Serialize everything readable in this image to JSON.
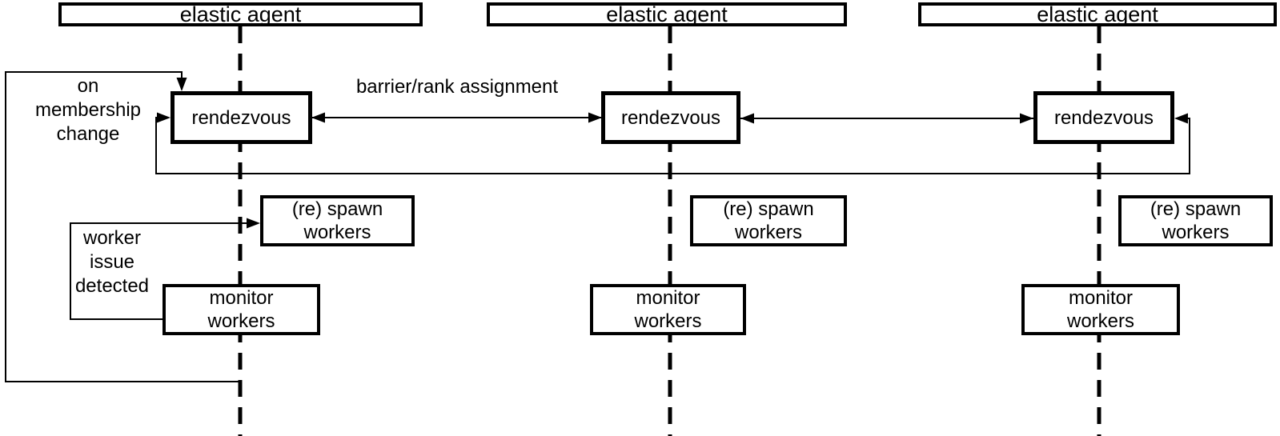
{
  "diagram": {
    "background_color": "#ffffff",
    "line_color": "#000000",
    "agents": [
      {
        "title": "elastic agent",
        "rendezvous_label": "rendezvous",
        "spawn_label": [
          "(re) spawn",
          "workers"
        ],
        "monitor_label": [
          "monitor",
          "workers"
        ]
      },
      {
        "title": "elastic agent",
        "rendezvous_label": "rendezvous",
        "spawn_label": [
          "(re) spawn",
          "workers"
        ],
        "monitor_label": [
          "monitor",
          "workers"
        ]
      },
      {
        "title": "elastic agent",
        "rendezvous_label": "rendezvous",
        "spawn_label": [
          "(re) spawn",
          "workers"
        ],
        "monitor_label": [
          "monitor",
          "workers"
        ]
      }
    ],
    "annotations": {
      "barrier_label": "barrier/rank assignment",
      "membership_label": [
        "on",
        "membership",
        "change"
      ],
      "worker_issue_label": [
        "worker",
        "issue",
        "detected"
      ]
    }
  }
}
